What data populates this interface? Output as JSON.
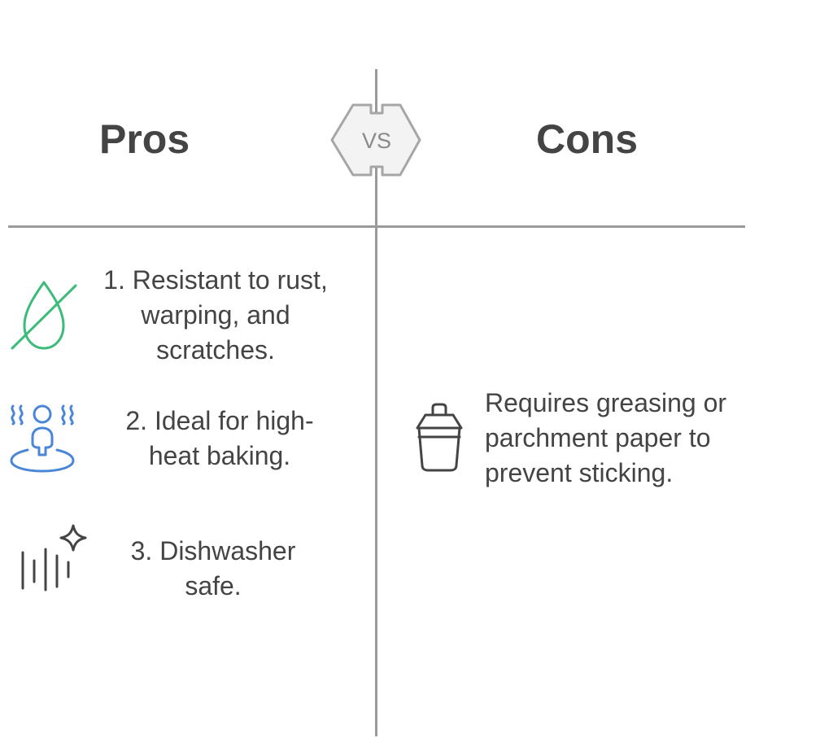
{
  "pros": {
    "heading": "Pros",
    "items": [
      {
        "icon": "no-water-drop-icon",
        "text": "1. Resistant to rust, warping, and scratches.",
        "color": "#3dbb7a"
      },
      {
        "icon": "heat-person-icon",
        "text": "2. Ideal for high-heat baking.",
        "color": "#4a86d8"
      },
      {
        "icon": "sparkle-clean-icon",
        "text": "3. Dishwasher safe.",
        "color": "#444444"
      }
    ]
  },
  "versus": {
    "label": "VS"
  },
  "cons": {
    "heading": "Cons",
    "items": [
      {
        "icon": "grease-container-icon",
        "text": "Requires greasing or parchment paper to prevent sticking.",
        "color": "#444444"
      }
    ]
  }
}
